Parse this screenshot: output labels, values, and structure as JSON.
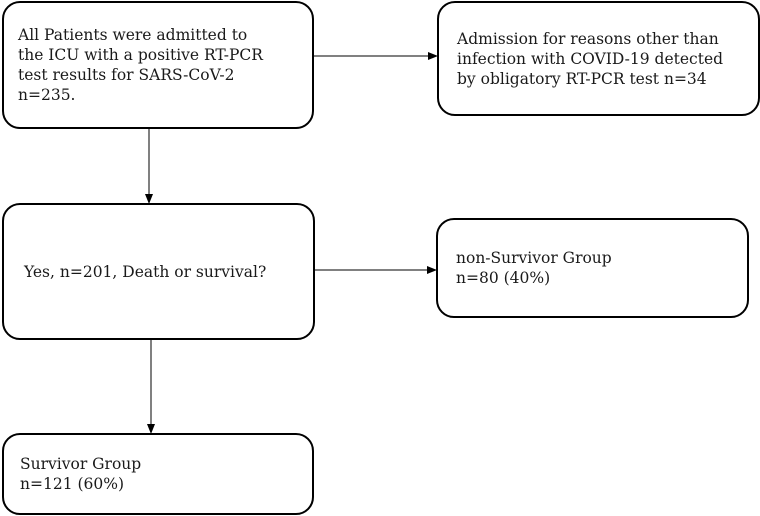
{
  "boxes": {
    "admitted": {
      "lines": [
        "All Patients were admitted to",
        "the ICU with a positive RT-PCR",
        "test results for SARS-CoV-2",
        "n=235."
      ]
    },
    "excluded": {
      "lines": [
        "Admission for reasons other than",
        "infection with COVID-19 detected",
        "by obligatory RT-PCR test n=34"
      ]
    },
    "decision": {
      "lines": [
        "Yes, n=201, Death or survival?"
      ]
    },
    "non_survivor": {
      "lines": [
        "non-Survivor Group",
        "n=80 (40%)"
      ]
    },
    "survivor": {
      "lines": [
        "Survivor Group",
        "n=121 (60%)"
      ]
    }
  }
}
